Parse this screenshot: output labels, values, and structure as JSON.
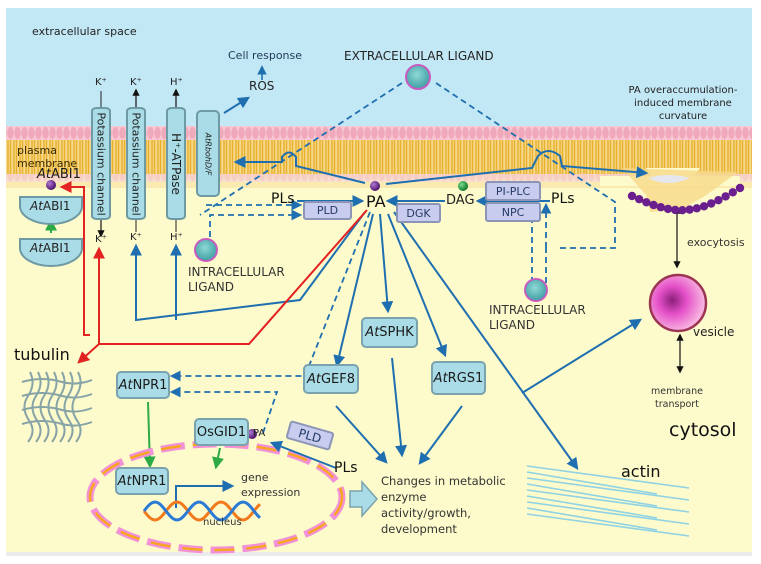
{
  "regions": {
    "extracellular": "extracellular space",
    "plasma_membrane": [
      "plasma",
      "membrane"
    ],
    "cytosol": "cytosol"
  },
  "colors": {
    "extracellular_bg": "#c3e8f5",
    "cytosol_bg": "#fdfbcc",
    "membrane_head": "#f2b6c4",
    "membrane_tail": "#f1c24e",
    "arrow_blue": "#1f6fb0",
    "arrow_red": "#e32222",
    "arrow_green": "#2eaa45",
    "protein_box": "#a9dce6",
    "enzyme_box": "#c8cdf0",
    "pa_dot": "#6b1f8f",
    "dag_dot": "#1a9a3c"
  },
  "membrane_proteins": {
    "k_channel_1": {
      "label": "Potassium channel",
      "ion_out": "K⁺",
      "ion_in": "K⁺"
    },
    "k_channel_2": {
      "label": "Potassium channel",
      "ion_out": "K⁺",
      "ion_in": "K⁺"
    },
    "h_atpase": {
      "label": "H⁺-ATPase",
      "ion_out": "H⁺",
      "ion_in": "H⁺"
    },
    "rboh": {
      "label": "AtRbohD/F"
    }
  },
  "extracellular_labels": {
    "cell_response": "Cell response",
    "ros": "ROS",
    "extracellular_ligand": "EXTRACELLULAR LIGAND",
    "curvature": [
      "PA overaccumulation-",
      "induced membrane",
      "curvature"
    ]
  },
  "abi1": {
    "membrane_label_prefix": "At",
    "membrane_label_suffix": "ABI1",
    "box1_prefix": "At",
    "box1_suffix": "ABI1",
    "box2_prefix": "At",
    "box2_suffix": "ABI1"
  },
  "pa_hub": {
    "pa": "PA",
    "dag": "DAG",
    "pls_left": "PLs",
    "pls_right": "PLs",
    "pld": "PLD",
    "dgk": "DGK",
    "pi_plc": "PI-PLC",
    "npc": "NPC"
  },
  "intracellular_ligand_left": [
    "INTRACELLULAR",
    "LIGAND"
  ],
  "intracellular_ligand_right": [
    "INTRACELLULAR",
    "LIGAND"
  ],
  "targets": {
    "atgef8": {
      "prefix": "At",
      "suffix": "GEF8"
    },
    "atsphk": {
      "prefix": "At",
      "suffix": "SPHK"
    },
    "atrgs1": {
      "prefix": "At",
      "suffix": "RGS1"
    },
    "atnpr1_top": {
      "prefix": "At",
      "suffix": "NPR1"
    },
    "atnpr1_nucleus": {
      "prefix": "At",
      "suffix": "NPR1"
    },
    "osgid1": "OsGID1"
  },
  "nucleus": {
    "label": "nucleus",
    "gene_expression": [
      "gene",
      "expression"
    ],
    "pa": "PA",
    "pld": "PLD",
    "pls": "PLs"
  },
  "outcome": [
    "Changes in metabolic",
    "enzyme",
    "activity/growth,",
    "development"
  ],
  "cytoskeleton": {
    "tubulin": "tubulin",
    "actin": "actin"
  },
  "vesicle": {
    "label": "vesicle",
    "exocytosis": "exocytosis",
    "membrane_transport": [
      "membrane",
      "transport"
    ]
  }
}
